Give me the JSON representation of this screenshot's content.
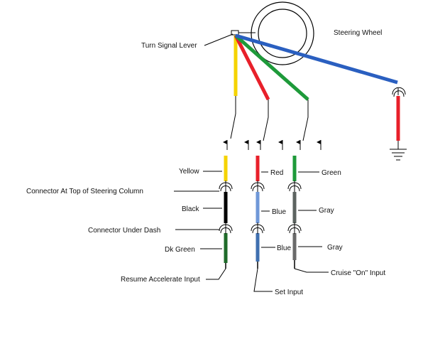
{
  "labels": {
    "steering_wheel": "Steering Wheel",
    "turn_signal_lever": "Turn Signal Lever",
    "yellow": "Yellow",
    "red": "Red",
    "green": "Green",
    "connector_top": "Connector At Top of Steering Column",
    "black": "Black",
    "blue_upper": "Blue",
    "gray_upper": "Gray",
    "connector_dash": "Connector Under Dash",
    "dk_green": "Dk Green",
    "blue_lower": "Blue",
    "gray_lower": "Gray",
    "cruise_on": "Cruise \"On\" Input",
    "resume_accel": "Resume Accelerate Input",
    "set_input": "Set Input"
  },
  "wire_colors": {
    "yellow": "#f5d300",
    "red": "#e8202a",
    "green": "#1e9a3a",
    "blue": "#2a5fc0",
    "black": "#000000",
    "light_blue": "#6f98d8",
    "gray": "#5c6360",
    "dk_green": "#1f6b2a",
    "steel_blue": "#3f6fb0"
  }
}
